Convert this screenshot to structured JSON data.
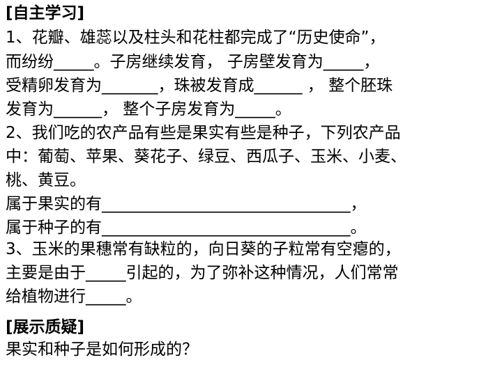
{
  "slide": {
    "background_color": "#ffffff",
    "text_color": "#000000",
    "lines": [
      "[自主学习]",
      "1、花瓣、雄蕊以及柱头和花柱都完成了“历史使命”，",
      "而纷纷_____。子房继续发育， 子房壁发育为_____，",
      "受精卵发育为_______，珠被发育成______ ，  整个胚珠",
      "发育为______，  整个子房发育为_____。",
      "2、我们吃的农产品有些是果实有些是种子，下列农产品",
      "中：葡萄、苹果、葵花子、绿豆、西瓜子、玉米、小麦、",
      "桃、黄豆。",
      "属于果实的有_______________________________，",
      "属于种子的有_______________________________。",
      "3、玉米的果穗常有缺粒的，向日葵的子粒常有空瘪的，",
      "主要是由于_____引起的，为了弥补这种情况，人们常常",
      "给植物进行_____。",
      "[展示质疑]",
      "果实和种子是如何形成的？"
    ]
  }
}
